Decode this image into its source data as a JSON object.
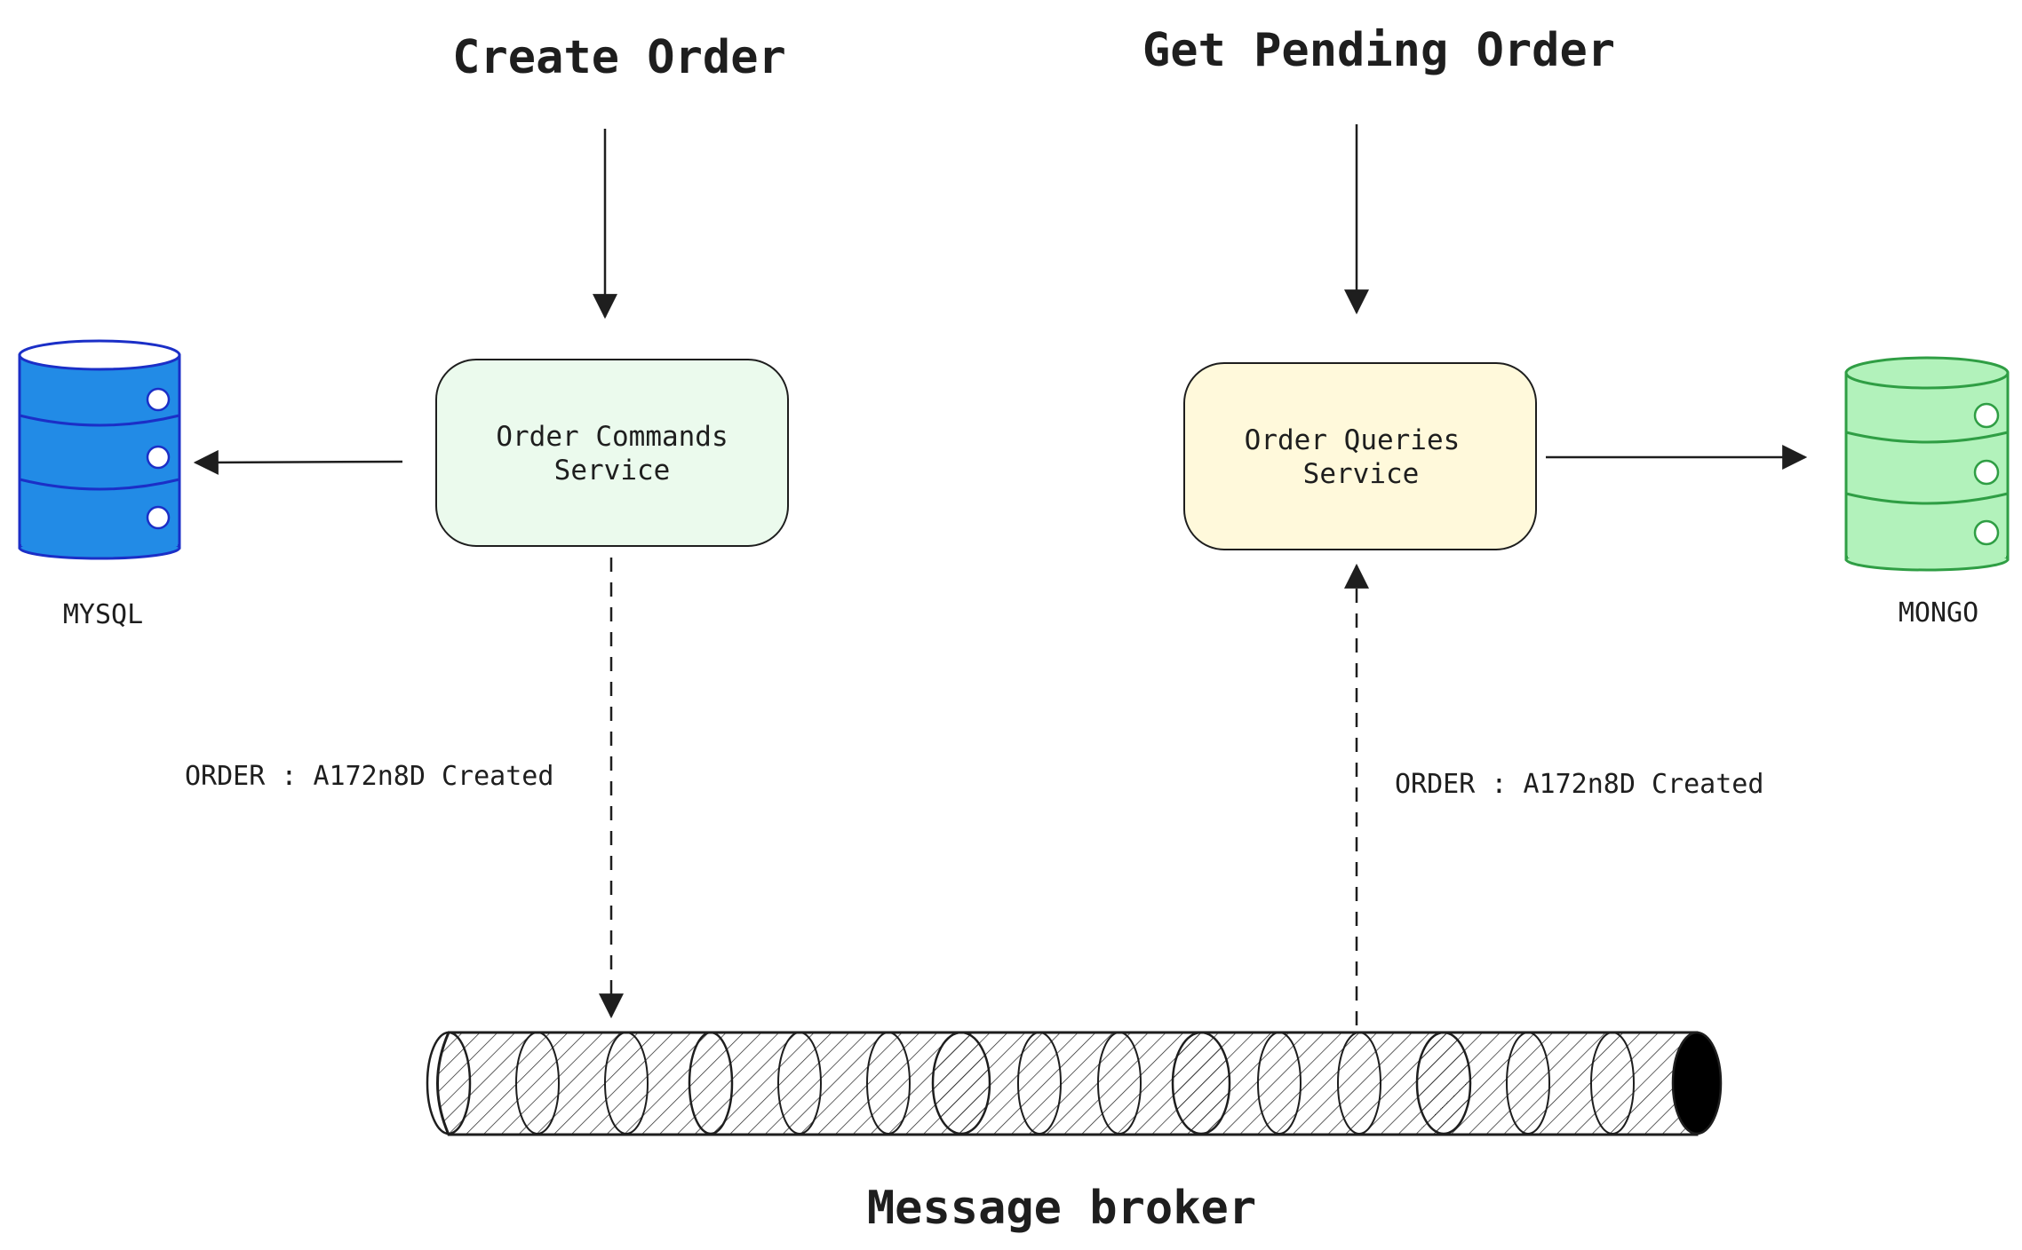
{
  "headings": {
    "create_order": "Create Order",
    "get_pending_order": "Get Pending Order",
    "message_broker": "Message broker"
  },
  "services": {
    "commands": {
      "line1": "Order Commands",
      "line2": "Service",
      "fill": "#ebfaed"
    },
    "queries": {
      "line1": "Order Queries",
      "line2": "Service",
      "fill": "#fff9db"
    }
  },
  "databases": {
    "mysql": {
      "label": "MYSQL",
      "fill": "#228be6",
      "stroke": "#1b2fc7"
    },
    "mongo": {
      "label": "MONGO",
      "fill": "#b2f2bb",
      "stroke": "#2f9e44"
    }
  },
  "events": {
    "published": "ORDER : A172n8D Created",
    "consumed": "ORDER : A172n8D Created"
  },
  "colors": {
    "ink": "#1e1e1e",
    "background": "#ffffff"
  }
}
